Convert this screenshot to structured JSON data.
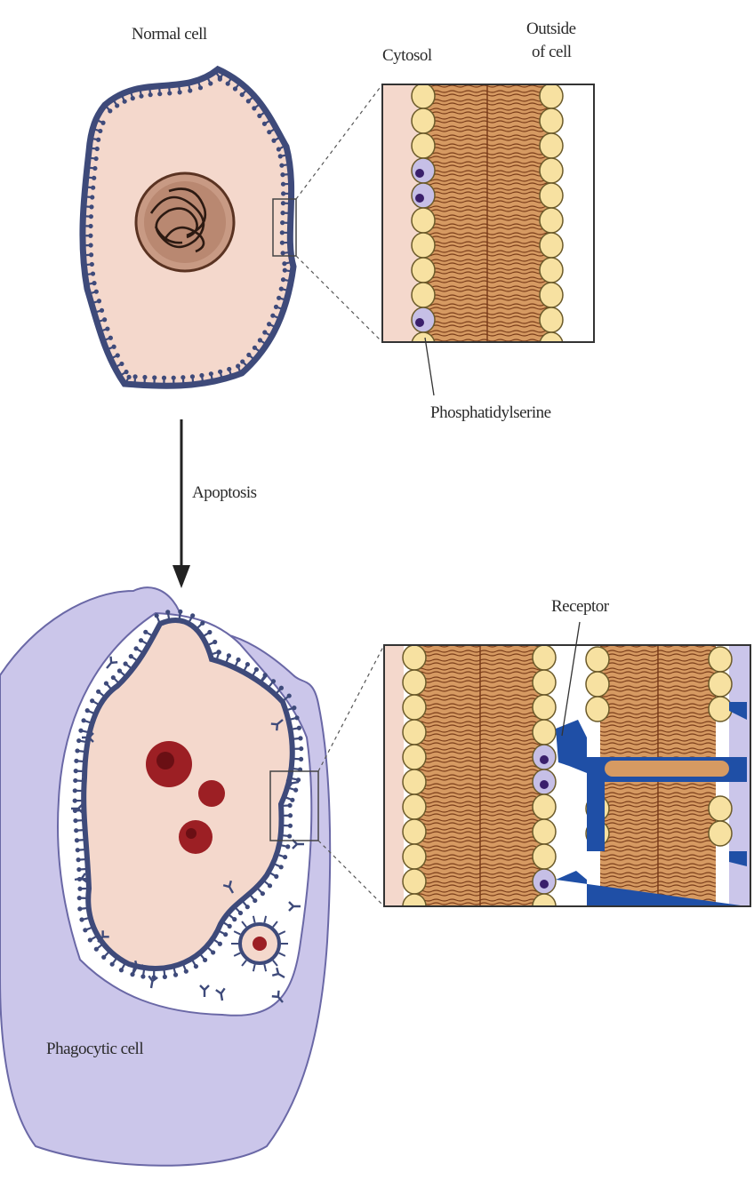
{
  "labels": {
    "normal_cell": "Normal cell",
    "cytosol": "Cytosol",
    "outside_line1": "Outside",
    "outside_line2": "of cell",
    "phosphatidylserine": "Phosphatidylserine",
    "apoptosis": "Apoptosis",
    "receptor": "Receptor",
    "phagocytic_cell": "Phagocytic cell"
  },
  "colors": {
    "cytoplasm": "#f4d8cc",
    "membrane": "#3e4a7a",
    "phagocyte": "#cbc6ea",
    "lipid_head": "#f7e1a1",
    "lipid_tail": "#d69a62",
    "phosphatidylserine_head": "#c6bfe6",
    "receptor": "#1f4fa6",
    "apoptotic_body": "#9c1f24"
  }
}
